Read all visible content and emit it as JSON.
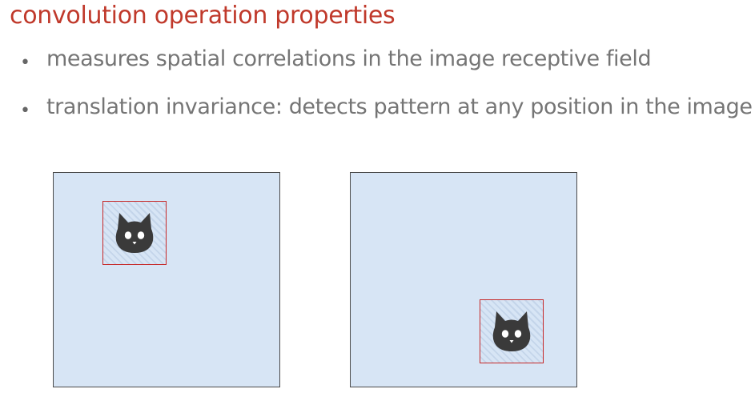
{
  "slide": {
    "title": "convolution operation properties",
    "bullets": [
      "measures spatial correlations in the image receptive field",
      "translation invariance: detects pattern at any position in the image"
    ]
  },
  "diagram": {
    "panels": [
      {
        "pattern_icon": "cat-face-icon",
        "pattern_position": "top-left"
      },
      {
        "pattern_icon": "cat-face-icon",
        "pattern_position": "bottom-right"
      }
    ],
    "colors": {
      "title": "#c0392b",
      "bullet_text": "#757575",
      "panel_fill": "#d7e5f5",
      "panel_border": "#4a4a4a",
      "receptive_field_border": "#c62828",
      "cat": "#3a3a3a"
    }
  }
}
